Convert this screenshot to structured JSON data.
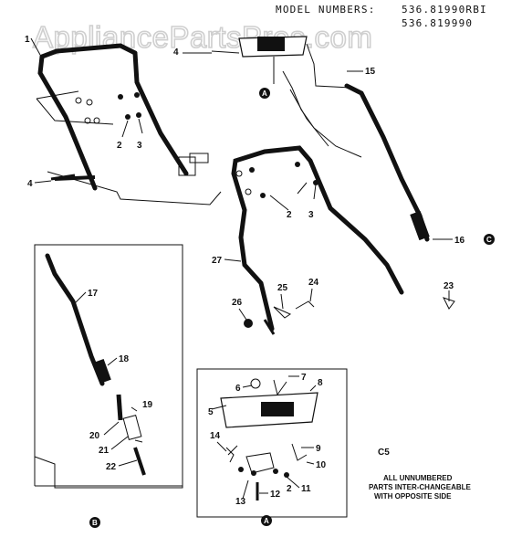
{
  "header": {
    "model_label": "MODEL NUMBERS:",
    "model_1": "536.81990RBI",
    "model_2": "536.819990"
  },
  "watermark": "AppliancePartsPros.com",
  "code": "C5",
  "note": {
    "line1": "ALL UNNUMBERED",
    "line2": "PARTS INTER-CHANGEABLE",
    "line3": "WITH OPPOSITE SIDE"
  },
  "callouts": {
    "A": "A",
    "B": "B",
    "C": "C"
  },
  "labels": {
    "p1": "1",
    "p4a": "4",
    "p4b": "4",
    "p15": "15",
    "p2a": "2",
    "p3a": "3",
    "p2b": "2",
    "p3b": "3",
    "p16": "16",
    "p27": "27",
    "p24": "24",
    "p25": "25",
    "p26": "26",
    "p23": "23",
    "p17": "17",
    "p18": "18",
    "p19": "19",
    "p20": "20",
    "p21": "21",
    "p22": "22",
    "p5": "5",
    "p6": "6",
    "p7": "7",
    "p8": "8",
    "p9": "9",
    "p10": "10",
    "p11": "11",
    "p2c": "2",
    "p12": "12",
    "p13": "13",
    "p14": "14"
  }
}
